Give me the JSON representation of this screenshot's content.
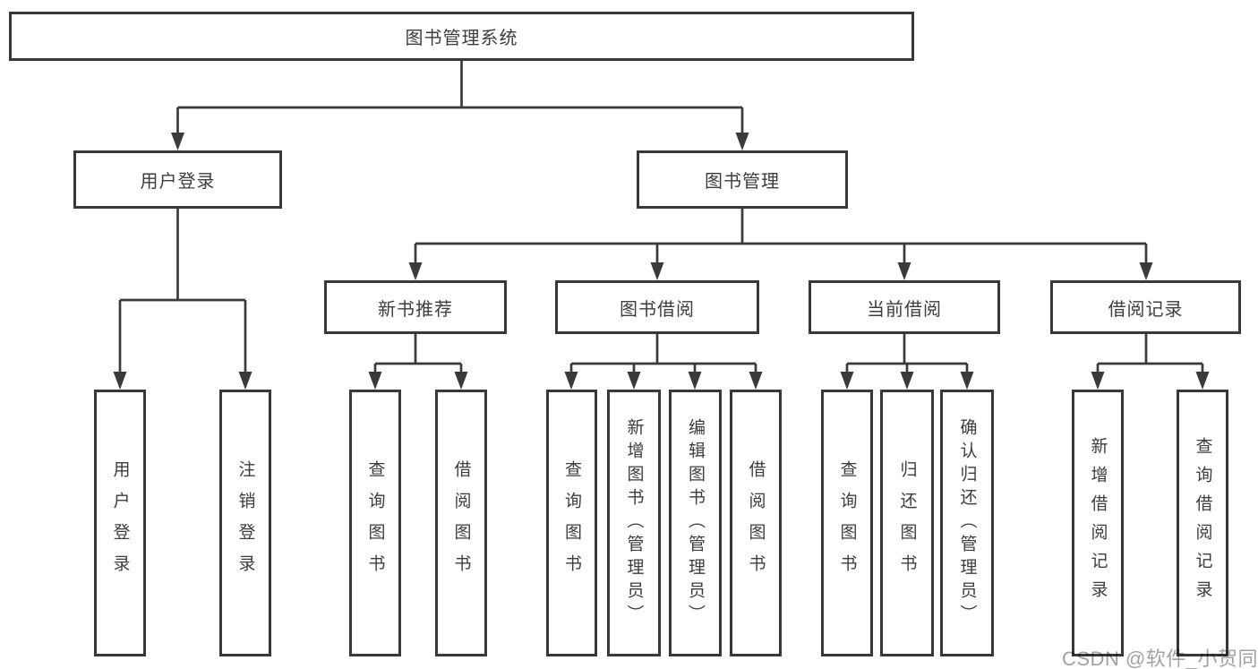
{
  "colors": {
    "line": "#3a3a3a",
    "border": "#383838",
    "text": "#3d3d3d",
    "background": "#ffffff",
    "watermark": "#a2a2a2"
  },
  "diagram": {
    "root": {
      "label": "图书管理系统"
    },
    "branches": [
      {
        "label": "用户登录",
        "children": [
          {
            "label": "用户登录"
          },
          {
            "label": "注销登录"
          }
        ]
      },
      {
        "label": "图书管理",
        "children": [
          {
            "label": "新书推荐",
            "children": [
              {
                "label": "查询图书"
              },
              {
                "label": "借阅图书"
              }
            ]
          },
          {
            "label": "图书借阅",
            "children": [
              {
                "label": "查询图书"
              },
              {
                "label": "新增图书（管理员）"
              },
              {
                "label": "编辑图书（管理员）"
              },
              {
                "label": "借阅图书"
              }
            ]
          },
          {
            "label": "当前借阅",
            "children": [
              {
                "label": "查询图书"
              },
              {
                "label": "归还图书"
              },
              {
                "label": "确认归还（管理员）"
              }
            ]
          },
          {
            "label": "借阅记录",
            "children": [
              {
                "label": "新增借阅记录"
              },
              {
                "label": "查询借阅记录"
              }
            ]
          }
        ]
      }
    ]
  },
  "watermark": {
    "text": "CSDN @软件_小贺同学"
  }
}
